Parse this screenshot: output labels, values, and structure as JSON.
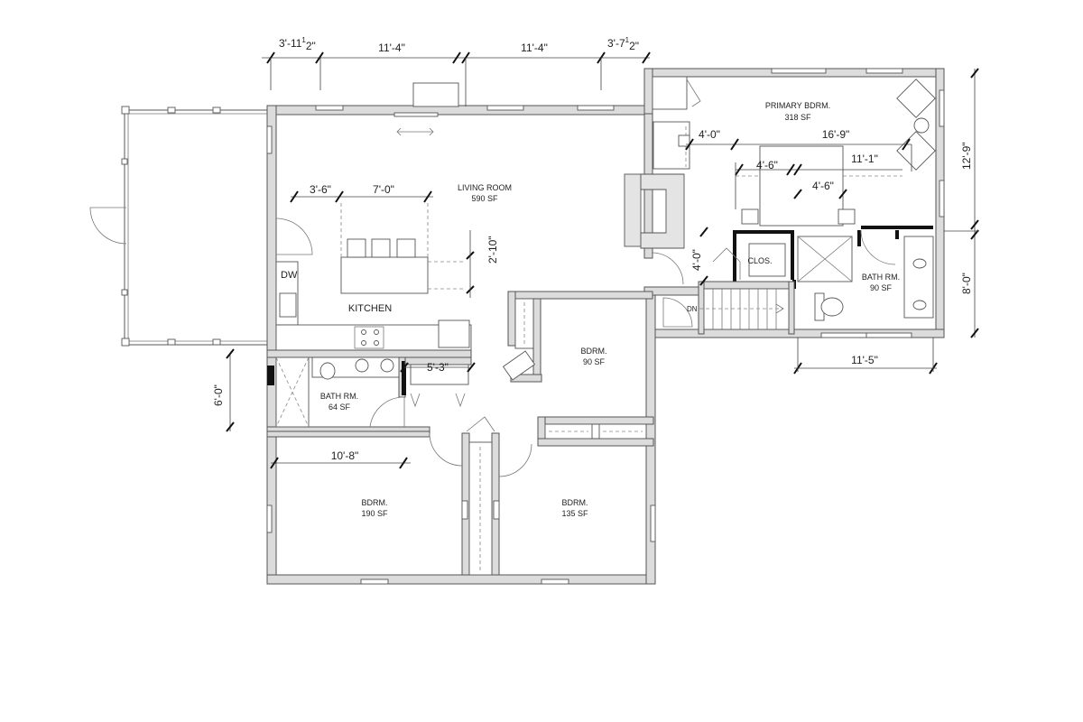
{
  "rooms": {
    "living": {
      "name": "LIVING ROOM",
      "area": "590 SF"
    },
    "kitchen": {
      "name": "KITCHEN",
      "dw": "DW"
    },
    "bath_main": {
      "name": "BATH RM.",
      "area": "64 SF"
    },
    "bedroom_small": {
      "name": "BDRM.",
      "area": "90 SF"
    },
    "bedroom_left": {
      "name": "BDRM.",
      "area": "190 SF"
    },
    "bedroom_right": {
      "name": "BDRM.",
      "area": "135 SF"
    },
    "primary": {
      "name": "PRIMARY BDRM.",
      "area": "318 SF"
    },
    "closet": {
      "name": "CLOS."
    },
    "bath_primary": {
      "name": "BATH RM.",
      "area": "90 SF"
    },
    "stair": {
      "label": "DN"
    }
  },
  "dimensions": {
    "top_1": "3'-11",
    "top_1_num": "1",
    "top_1_den": "2\"",
    "top_2": "11'-4\"",
    "top_3": "11'-4\"",
    "top_4": "3'-7",
    "top_4_num": "1",
    "top_4_den": "2\"",
    "kitchen_a": "3'-6\"",
    "kitchen_b": "7'-0\"",
    "island": "2'-10\"",
    "left_side": "6'-0\"",
    "hall": "5'-3\"",
    "bedroom_width": "10'-8\"",
    "primary_a": "4'-0\"",
    "primary_b": "16'-9\"",
    "primary_c": "4'-6\"",
    "primary_d": "11'-1\"",
    "primary_e": "4'-6\"",
    "closet_depth": "4'-0\"",
    "right_top": "12'-9\"",
    "right_bottom": "8'-0\"",
    "wing_width": "11'-5\""
  }
}
